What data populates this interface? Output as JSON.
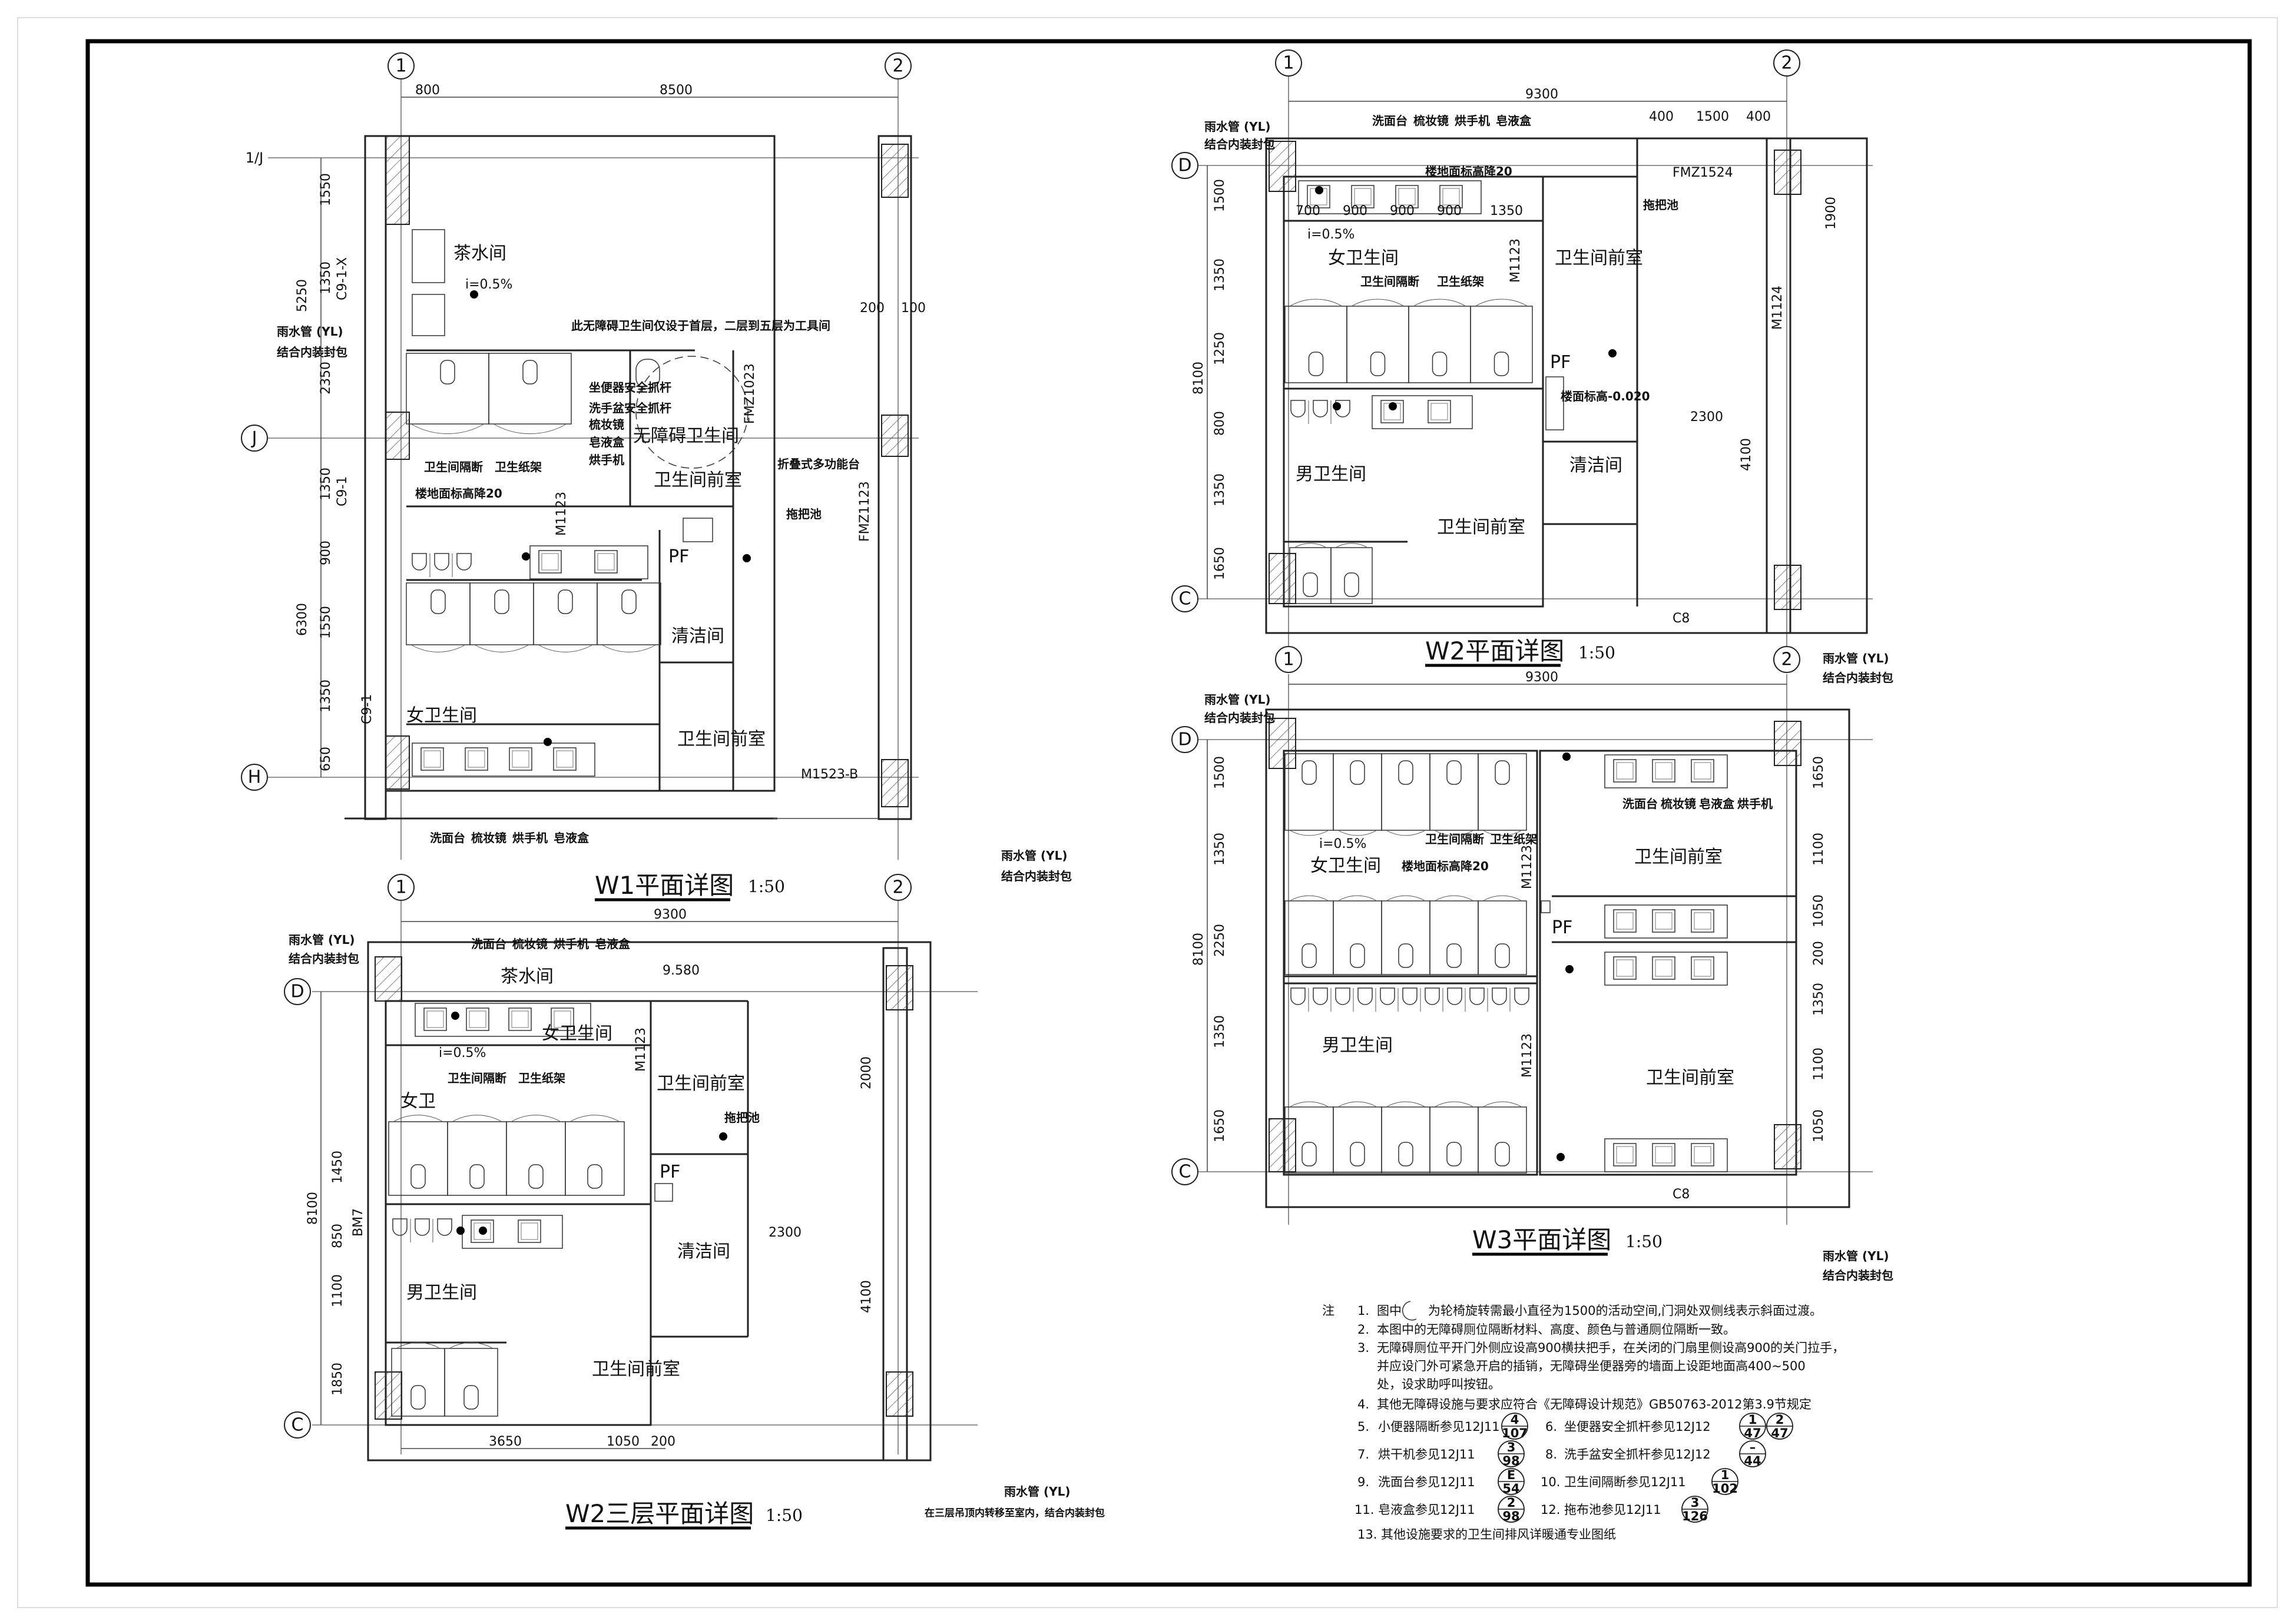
{
  "plans": {
    "w1": {
      "title": "W1平面详图",
      "scale": "1:50",
      "axes": [
        "1",
        "2",
        "1/J",
        "J",
        "H"
      ],
      "rooms": [
        "茶水间",
        "无障碍卫生间",
        "卫生间前室",
        "清洁间",
        "女卫生间",
        "卫生间前室",
        "PF"
      ],
      "callouts": [
        "此无障碍卫生间仅设于首层，二层到五层为工具间",
        "雨水管 (YL)",
        "结合内装封包",
        "坐便器安全抓杆",
        "洗手盆安全抓杆",
        "梳妆镜",
        "皂液盒",
        "烘手机",
        "折叠式多功能台",
        "拖把池",
        "卫生间隔断",
        "卫生纸架",
        "楼地面标高降20",
        "洗面台",
        "梳妆镜",
        "烘手机",
        "皂液盒",
        "M1523-B",
        "雨水管 (YL)",
        "结合内装封包",
        "i=0.5%",
        "C9-1-X",
        "C9-1",
        "C9-1",
        "FMZ1023",
        "M1123",
        "FMZ1123"
      ],
      "dims": [
        "800",
        "8500",
        "5250",
        "6300",
        "1550",
        "1350",
        "2350",
        "1350",
        "900",
        "1550",
        "1350",
        "650",
        "200",
        "100"
      ]
    },
    "w2": {
      "title": "W2平面详图",
      "scale": "1:50",
      "axes": [
        "1",
        "2",
        "D",
        "C"
      ],
      "rooms": [
        "女卫生间",
        "卫生间前室",
        "男卫生间",
        "卫生间前室",
        "清洁间",
        "PF"
      ],
      "callouts": [
        "雨水管 (YL)",
        "结合内装封包",
        "洗面台",
        "梳妆镜",
        "烘手机",
        "皂液盒",
        "FMZ1524",
        "卫生间隔断",
        "卫生纸架",
        "拖把池",
        "楼地面标高降20",
        "楼面标高-0.020",
        "M1123",
        "M1124",
        "C8",
        "雨水管 (YL)",
        "结合内装封包",
        "i=0.5%"
      ],
      "dims": [
        "9300",
        "400",
        "1500",
        "400",
        "8100",
        "1500",
        "1350",
        "1250",
        "800",
        "1350",
        "1650",
        "700",
        "900",
        "900",
        "900",
        "1350",
        "2300",
        "4100",
        "1900"
      ]
    },
    "w3": {
      "title": "W3平面详图",
      "scale": "1:50",
      "axes": [
        "1",
        "2",
        "D",
        "C"
      ],
      "rooms": [
        "女卫生间",
        "男卫生间",
        "卫生间前室",
        "卫生间前室",
        "PF"
      ],
      "callouts": [
        "雨水管 (YL)",
        "结合内装封包",
        "楼地面标高降20",
        "卫生间隔断",
        "卫生纸架",
        "洗面台",
        "梳妆镜",
        "皂液盒",
        "烘手机",
        "M1123",
        "M1123",
        "C8",
        "雨水管 (YL)",
        "结合内装封包",
        "i=0.5%"
      ],
      "dims": [
        "9300",
        "8100",
        "1500",
        "1350",
        "2250",
        "1350",
        "1650",
        "1650",
        "1100",
        "1050",
        "200",
        "1350",
        "1100",
        "1050"
      ]
    },
    "w2_3f": {
      "title": "W2三层平面详图",
      "scale": "1:50",
      "axes": [
        "1",
        "2",
        "D",
        "C"
      ],
      "rooms": [
        "茶水间",
        "女卫生间",
        "女卫",
        "卫生间前室",
        "男卫生间",
        "卫生间前室",
        "清洁间",
        "PF"
      ],
      "callouts": [
        "雨水管 (YL)",
        "结合内装封包",
        "洗面台",
        "梳妆镜",
        "烘手机",
        "皂液盒",
        "9.580",
        "卫生间隔断",
        "卫生纸架",
        "拖把池",
        "M1123",
        "BM7",
        "雨水管 (YL)",
        "在三层吊顶内转移至室内，结合内装封包",
        "i=0.5%"
      ],
      "dims": [
        "9300",
        "8100",
        "3650",
        "1050",
        "200",
        "1450",
        "850",
        "1100",
        "1850",
        "2300",
        "4100",
        "2000"
      ]
    }
  },
  "notes": {
    "label": "注",
    "items": [
      {
        "num": "1.",
        "text_a": "图中",
        "text_b": "为轮椅旋转需最小直径为1500的活动空间,门洞处双侧线表示斜面过渡。"
      },
      {
        "num": "2.",
        "text": "本图中的无障碍厕位隔断材料、高度、颜色与普通厕位隔断一致。"
      },
      {
        "num": "3.",
        "lines": [
          "无障碍厕位平开门外侧应设高900横扶把手，在关闭的门扇里侧设高900的关门拉手，",
          "并应设门外可紧急开启的插销，无障碍坐便器旁的墙面上设距地面高400~500",
          "处，设求助呼叫按钮。"
        ]
      },
      {
        "num": "4.",
        "text": "其他无障碍设施与要求应符合《无障碍设计规范》GB50763-2012第3.9节规定"
      },
      {
        "num": "5.",
        "text": "小便器隔断参见12J11",
        "refs": [
          [
            "4",
            "107"
          ]
        ]
      },
      {
        "num": "6.",
        "text": "坐便器安全抓杆参见12J12",
        "refs": [
          [
            "1",
            "47"
          ],
          [
            "2",
            "47"
          ]
        ]
      },
      {
        "num": "7.",
        "text": "烘干机参见12J11",
        "refs": [
          [
            "3",
            "98"
          ]
        ]
      },
      {
        "num": "8.",
        "text": "洗手盆安全抓杆参见12J12",
        "refs": [
          [
            "–",
            "44"
          ]
        ]
      },
      {
        "num": "9.",
        "text": "洗面台参见12J11",
        "refs": [
          [
            "E",
            "54"
          ]
        ]
      },
      {
        "num": "10.",
        "text": "卫生间隔断参见12J11",
        "refs": [
          [
            "1",
            "102"
          ]
        ]
      },
      {
        "num": "11.",
        "text": "皂液盒参见12J11",
        "refs": [
          [
            "2",
            "98"
          ]
        ]
      },
      {
        "num": "12.",
        "text": "拖布池参见12J11",
        "refs": [
          [
            "3",
            "126"
          ]
        ]
      },
      {
        "num": "13.",
        "text": "其他设施要求的卫生间排风详暖通专业图纸"
      }
    ]
  },
  "colors": {
    "line": "#222222",
    "paper": "#ffffff",
    "window_line": "#2e9b2e"
  }
}
